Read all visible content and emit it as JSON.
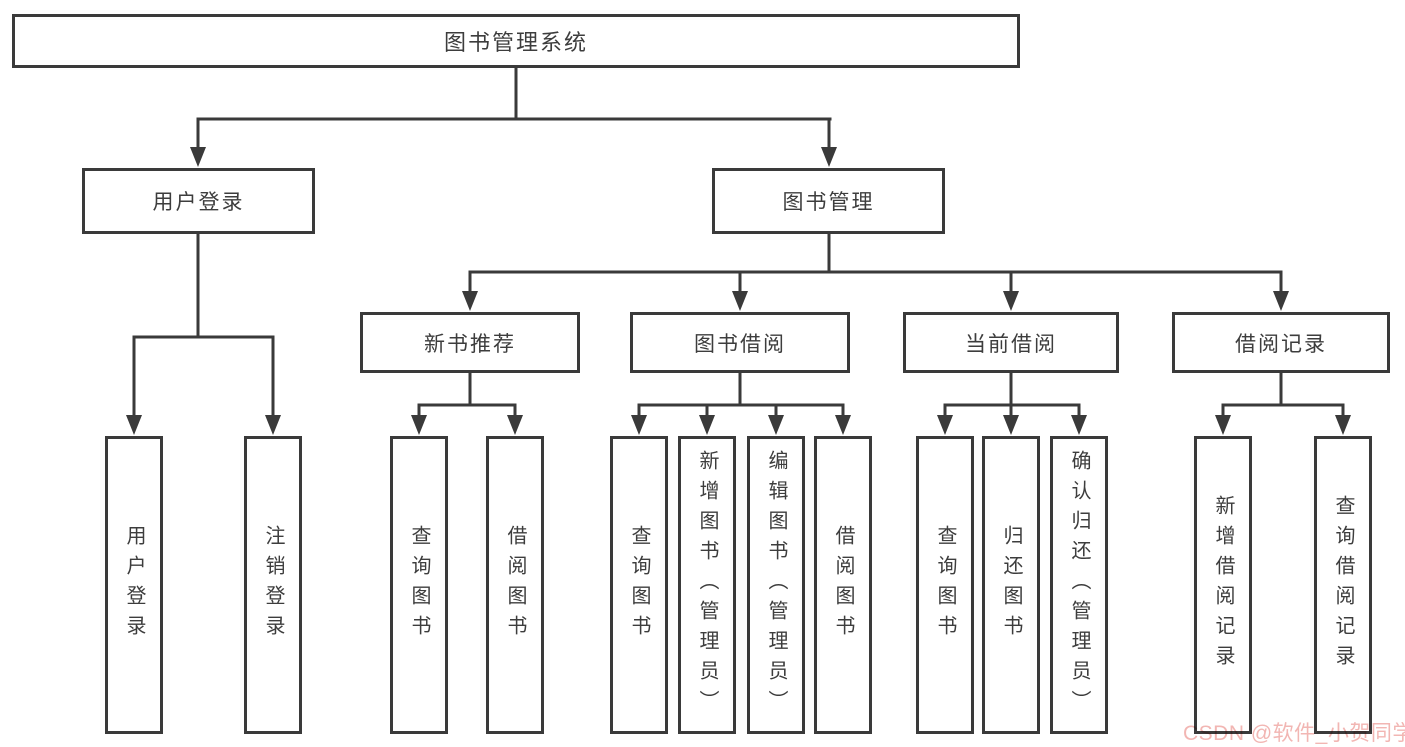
{
  "diagram": {
    "root": {
      "label": "图书管理系统"
    },
    "branches": [
      {
        "label": "用户登录",
        "children": [
          {
            "label": "用户登录"
          },
          {
            "label": "注销登录"
          }
        ]
      },
      {
        "label": "图书管理",
        "children": [
          {
            "label": "新书推荐",
            "children": [
              {
                "label": "查询图书"
              },
              {
                "label": "借阅图书"
              }
            ]
          },
          {
            "label": "图书借阅",
            "children": [
              {
                "label": "查询图书"
              },
              {
                "label": "新增图书（管理员）"
              },
              {
                "label": "编辑图书（管理员）"
              },
              {
                "label": "借阅图书"
              }
            ]
          },
          {
            "label": "当前借阅",
            "children": [
              {
                "label": "查询图书"
              },
              {
                "label": "归还图书"
              },
              {
                "label": "确认归还（管理员）"
              }
            ]
          },
          {
            "label": "借阅记录",
            "children": [
              {
                "label": "新增借阅记录"
              },
              {
                "label": "查询借阅记录"
              }
            ]
          }
        ]
      }
    ]
  },
  "watermark": {
    "text": "CSDN @软件_小贺同学",
    "color": "#f2b6b3"
  },
  "colors": {
    "line": "#3a3a3a",
    "box_border": "#3a3a3a",
    "text": "#3d3d3d",
    "background": "#ffffff"
  }
}
